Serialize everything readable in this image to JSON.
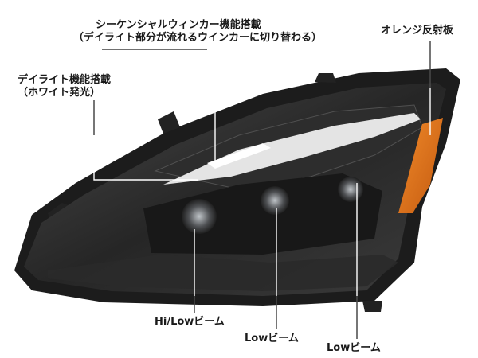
{
  "labels": {
    "sequential": {
      "line1": "シーケンシャルウィンカー機能搭載",
      "line2": "（デイライト部分が流れるウインカーに切り替わる）"
    },
    "drl": {
      "line1": "デイライト機能搭載",
      "line2": "（ホワイト発光）"
    },
    "reflector": "オレンジ反射板",
    "hi_low": "Hi/Lowビーム",
    "low_1": "Lowビーム",
    "low_2": "Lowビーム"
  },
  "colors": {
    "housing": "#1c1c1c",
    "lens": "#3a3a3a",
    "reflector": "#e0701a",
    "led": "#f4f4f4",
    "callout_line": "#ffffff"
  }
}
